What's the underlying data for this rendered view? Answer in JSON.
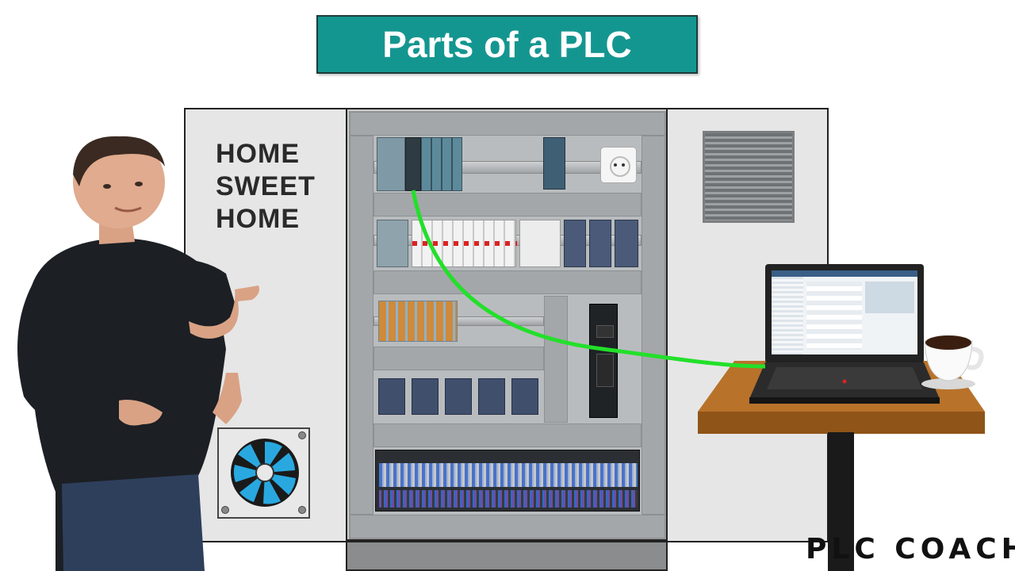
{
  "header": {
    "title": "Parts of a PLC"
  },
  "cabinet": {
    "sign_lines": [
      "HOME",
      "SWEET",
      "HOME"
    ]
  },
  "brand": {
    "logo_text": "PLC COACH"
  },
  "colors": {
    "title_bg": "#149690",
    "cable": "#22e02a",
    "table_wood": "#b8722a",
    "fan_blade": "#29a8e0"
  },
  "icons": [
    "fan-icon",
    "vent-grille",
    "power-socket-icon",
    "coffee-cup-icon",
    "laptop-icon"
  ]
}
